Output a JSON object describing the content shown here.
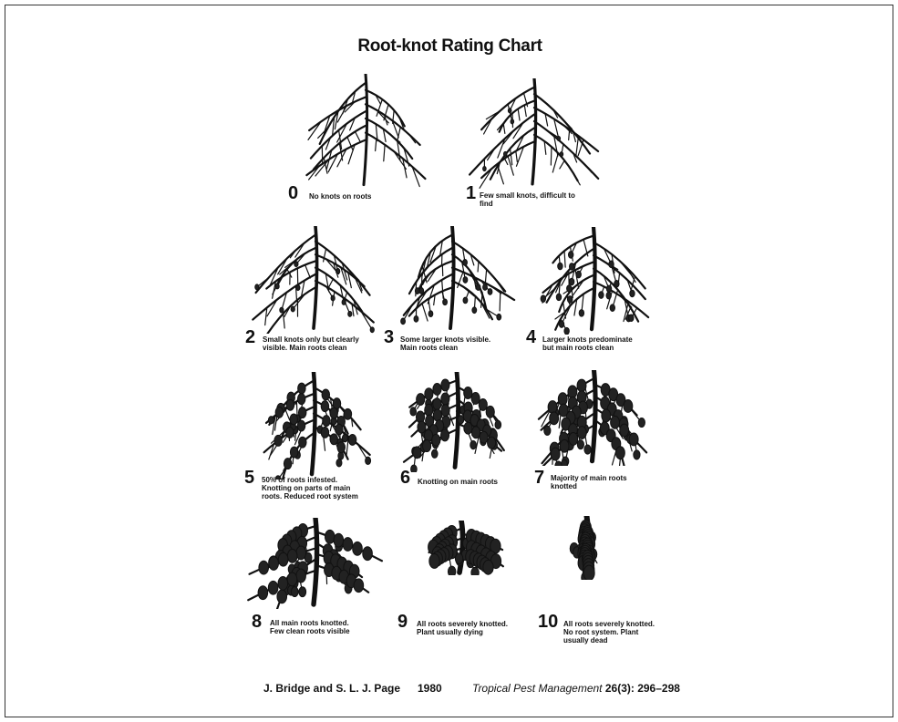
{
  "title": "Root-knot Rating Chart",
  "ratings": [
    {
      "score": "0",
      "lines": [
        "No knots on roots"
      ]
    },
    {
      "score": "1",
      "lines": [
        "Few small knots, difficult to",
        "find"
      ]
    },
    {
      "score": "2",
      "lines": [
        "Small knots only but clearly",
        "visible. Main roots clean"
      ]
    },
    {
      "score": "3",
      "lines": [
        "Some larger knots visible.",
        "Main roots clean"
      ]
    },
    {
      "score": "4",
      "lines": [
        "Larger knots predominate",
        "but main roots clean"
      ]
    },
    {
      "score": "5",
      "lines": [
        "50% of roots infested.",
        "Knotting on parts of main",
        "roots. Reduced root system"
      ]
    },
    {
      "score": "6",
      "lines": [
        "Knotting on main roots"
      ]
    },
    {
      "score": "7",
      "lines": [
        "Majority of main roots",
        "knotted"
      ]
    },
    {
      "score": "8",
      "lines": [
        "All main roots knotted.",
        "Few clean roots visible"
      ]
    },
    {
      "score": "9",
      "lines": [
        "All roots severely knotted.",
        "Plant usually dying"
      ]
    },
    {
      "score": "10",
      "lines": [
        "All roots severely knotted.",
        "No root system. Plant",
        "usually dead"
      ]
    }
  ],
  "footer": {
    "authors": "J. Bridge and S. L. J. Page",
    "year": "1980",
    "journal": "Tropical Pest Management",
    "citation": "26(3): 296–298"
  }
}
